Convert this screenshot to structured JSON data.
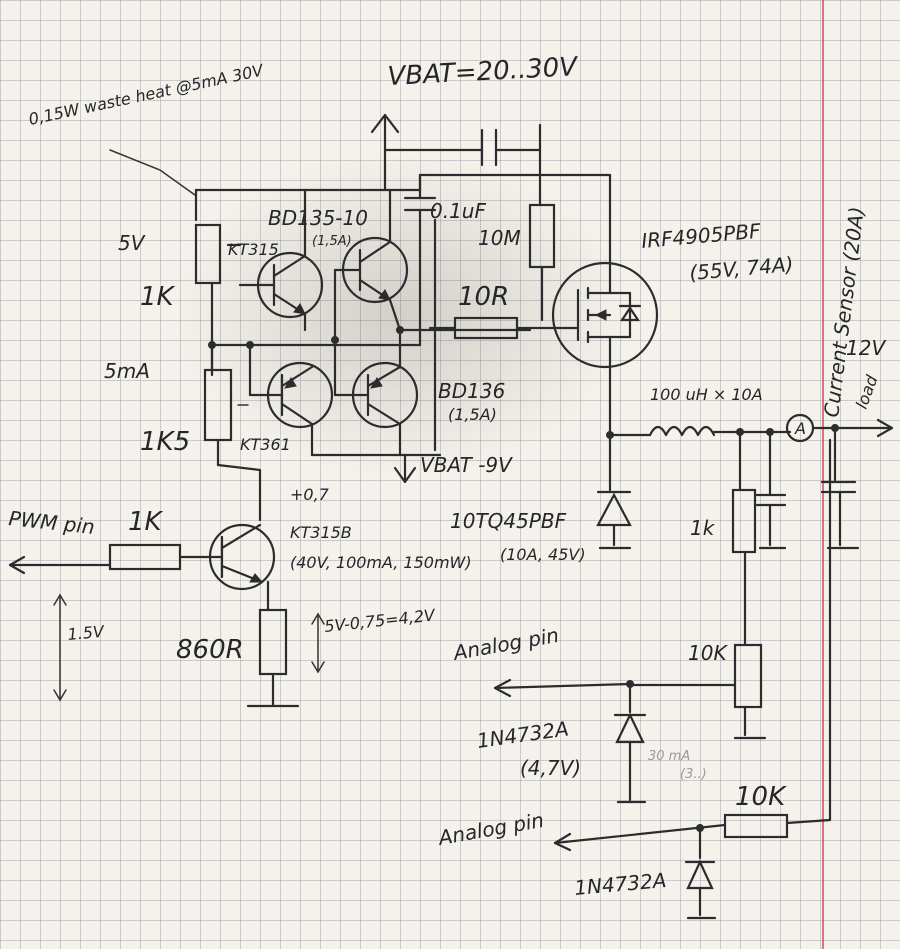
{
  "notes": {
    "waste_heat": "0,15W waste heat @5mA 30V",
    "vbat_range": "VBAT=20..30V",
    "vbat_minus": "VBAT -9V",
    "five_volt": "5V",
    "five_ma": "5mA",
    "plus_07": "+0,7",
    "swing_15": "1.5V",
    "emitter_swing": "5V-0,75=4,2V",
    "sense_label": "Current Sensor (20A)",
    "out_voltage": "12V",
    "load": "load",
    "pwm_pin": "PWM pin",
    "analog_pin_1": "Analog pin",
    "analog_pin_2": "Analog pin",
    "faint_note_1": "30 mA",
    "faint_note_2": "(3..)"
  },
  "components": {
    "r_top": "1K",
    "r_mid": "1K5",
    "kt315_top": "KT315",
    "kt361": "KT361",
    "bd135": "BD135-10",
    "bd135_rating": "(1,5A)",
    "bd136": "BD136",
    "bd136_rating": "(1,5A)",
    "cap_top": "0.1uF",
    "r_10m": "10M",
    "r_10r": "10R",
    "mosfet": "IRF4905PBF",
    "mosfet_rating": "(55V, 74A)",
    "inductor": "100 uH × 10A",
    "diode_schottky": "10TQ45PBF",
    "diode_rating": "(10A, 45V)",
    "pwm_resistor": "1K",
    "kt315b": "KT315B",
    "kt315b_rating": "(40V, 100mA, 150mW)",
    "r_860": "860R",
    "r_1k_div": "1k",
    "pot_10k": "10K",
    "zener_1": "1N4732A",
    "zener_1_rating": "(4,7V)",
    "r_10k_bottom": "10K",
    "zener_2": "1N4732A",
    "ammeter": "A"
  }
}
